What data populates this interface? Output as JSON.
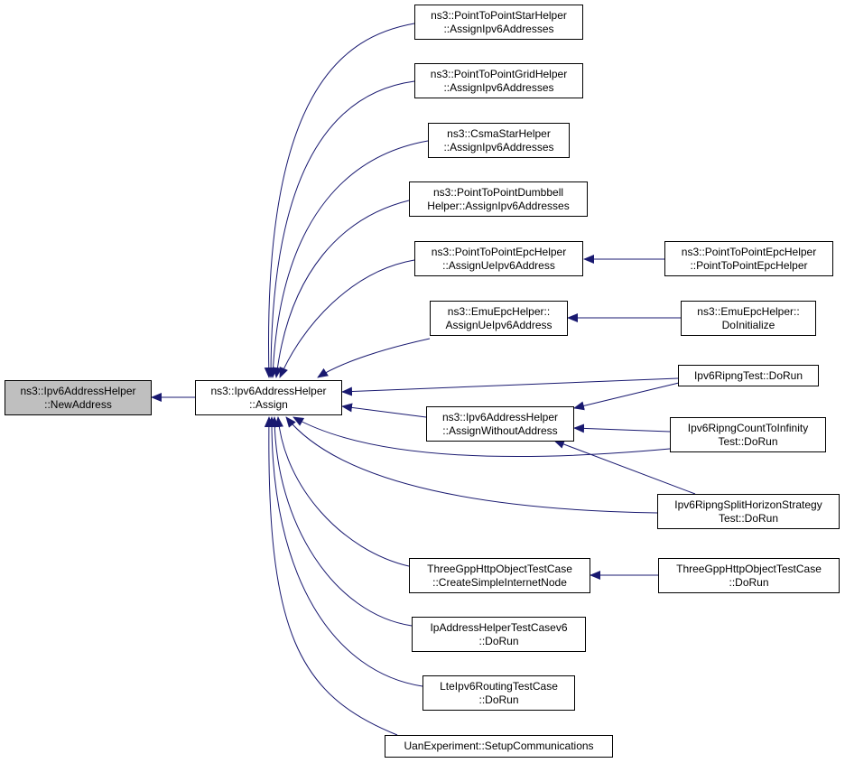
{
  "colors": {
    "edge": "#191970",
    "node_border": "#000000",
    "root_fill": "#bfbfbf",
    "node_fill": "#ffffff"
  },
  "nodes": {
    "new_address": {
      "line1": "ns3::Ipv6AddressHelper",
      "line2": "::NewAddress"
    },
    "assign": {
      "line1": "ns3::Ipv6AddressHelper",
      "line2": "::Assign"
    },
    "star_helper": {
      "line1": "ns3::PointToPointStarHelper",
      "line2": "::AssignIpv6Addresses"
    },
    "grid_helper": {
      "line1": "ns3::PointToPointGridHelper",
      "line2": "::AssignIpv6Addresses"
    },
    "csma_star": {
      "line1": "ns3::CsmaStarHelper",
      "line2": "::AssignIpv6Addresses"
    },
    "dumbbell": {
      "line1": "ns3::PointToPointDumbbell",
      "line2": "Helper::AssignIpv6Addresses"
    },
    "p2p_epc_assign": {
      "line1": "ns3::PointToPointEpcHelper",
      "line2": "::AssignUeIpv6Address"
    },
    "p2p_epc_ctor": {
      "line1": "ns3::PointToPointEpcHelper",
      "line2": "::PointToPointEpcHelper"
    },
    "emu_epc_assign": {
      "line1": "ns3::EmuEpcHelper::",
      "line2": "AssignUeIpv6Address"
    },
    "emu_epc_init": {
      "line1": "ns3::EmuEpcHelper::",
      "line2": "DoInitialize"
    },
    "ripng_test": {
      "line1": "Ipv6RipngTest::DoRun"
    },
    "assign_without": {
      "line1": "ns3::Ipv6AddressHelper",
      "line2": "::AssignWithoutAddress"
    },
    "count_to_infinity": {
      "line1": "Ipv6RipngCountToInfinity",
      "line2": "Test::DoRun"
    },
    "split_horizon": {
      "line1": "Ipv6RipngSplitHorizonStrategy",
      "line2": "Test::DoRun"
    },
    "http_create": {
      "line1": "ThreeGppHttpObjectTestCase",
      "line2": "::CreateSimpleInternetNode"
    },
    "http_dorun": {
      "line1": "ThreeGppHttpObjectTestCase",
      "line2": "::DoRun"
    },
    "ip_address_test": {
      "line1": "IpAddressHelperTestCasev6",
      "line2": "::DoRun"
    },
    "lte_routing": {
      "line1": "LteIpv6RoutingTestCase",
      "line2": "::DoRun"
    },
    "uan_experiment": {
      "line1": "UanExperiment::SetupCommunications"
    }
  }
}
